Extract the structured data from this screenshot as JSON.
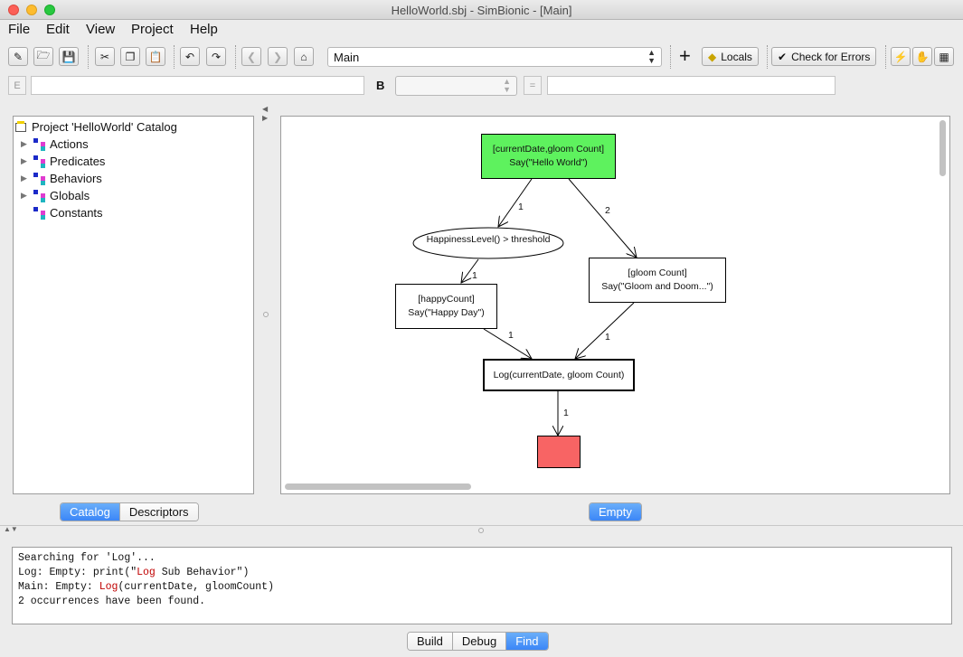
{
  "window": {
    "title": "HelloWorld.sbj - SimBionic - [Main]"
  },
  "menu": [
    "File",
    "Edit",
    "View",
    "Project",
    "Help"
  ],
  "toolbar": {
    "behavior_select": "Main",
    "locals_label": "Locals",
    "check_label": "Check for Errors"
  },
  "expression": {
    "e_label": "E",
    "b_label": "B",
    "eq_label": "="
  },
  "catalog": {
    "root": "Project 'HelloWorld' Catalog",
    "items": [
      "Actions",
      "Predicates",
      "Behaviors",
      "Globals",
      "Constants"
    ]
  },
  "left_tabs": [
    "Catalog",
    "Descriptors"
  ],
  "canvas_tab": "Empty",
  "graph": {
    "start_node": {
      "line1": "[currentDate,gloom Count]",
      "line2": "Say(\"Hello World\")"
    },
    "condition": "HappinessLevel() > threshold",
    "happy_node": {
      "line1": "[happyCount]",
      "line2": "Say(\"Happy Day\")"
    },
    "gloom_node": {
      "line1": "[gloom Count]",
      "line2": "Say(\"Gloom and Doom...\")"
    },
    "log_node": "Log(currentDate, gloom Count)",
    "edge_labels": [
      "1",
      "2",
      "1",
      "1",
      "1",
      "1"
    ],
    "colors": {
      "start": "#5ef25e",
      "final": "#f86464"
    }
  },
  "output": {
    "line1": "Searching for 'Log'...",
    "line2_pre": "Log: Empty: print(\"",
    "line2_red": "Log",
    "line2_post": " Sub Behavior\")",
    "line3_pre": "Main: Empty: ",
    "line3_red": "Log",
    "line3_post": "(currentDate, gloomCount)",
    "line4": "2 occurrences have been found."
  },
  "bottom_tabs": [
    "Build",
    "Debug",
    "Find"
  ]
}
